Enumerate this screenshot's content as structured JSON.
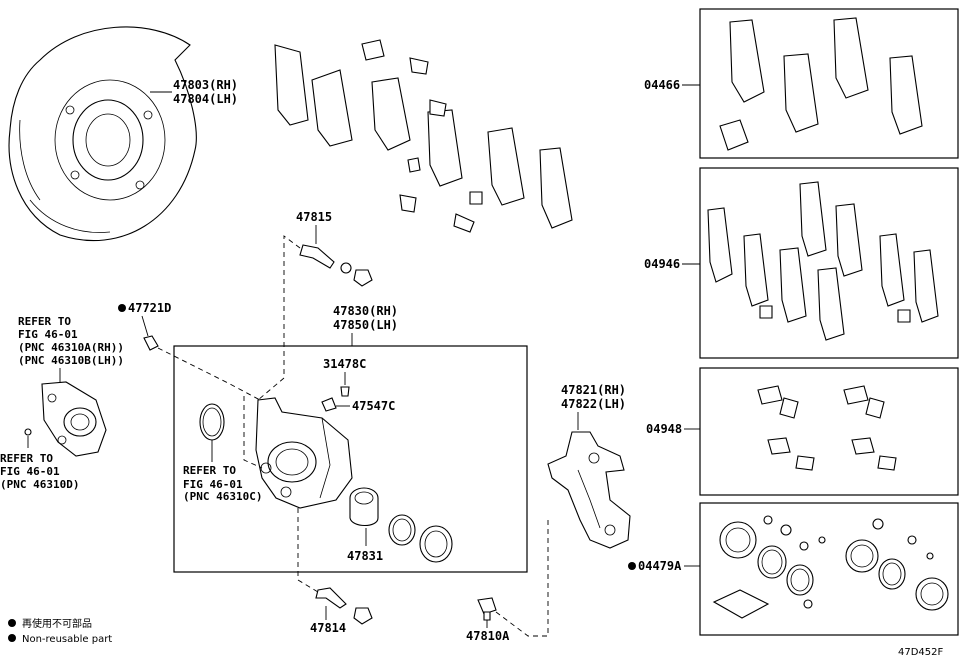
{
  "diagram": {
    "labels": {
      "dust_cover": [
        "47803(RH)",
        "47804(LH)"
      ],
      "bolt_top": "47815",
      "caliper_assy": [
        "47830(RH)",
        "47850(LH)"
      ],
      "bleeder_bolt": "47721D",
      "refer_knuckle": [
        "REFER TO",
        "FIG 46-01",
        "(PNC 46310A(RH))",
        "(PNC 46310B(LH))"
      ],
      "refer_hub": [
        "REFER TO",
        "FIG 46-01",
        "(PNC 46310D)"
      ],
      "cap": "31478C",
      "plug": "47547C",
      "refer_seal": [
        "REFER TO",
        "FIG 46-01",
        "(PNC 46310C)"
      ],
      "piston": "47831",
      "mounting": [
        "47821(RH)",
        "47822(LH)"
      ],
      "bolt_bottom": "47814",
      "bolt_mount": "47810A",
      "kit_pads": "04466",
      "kit_shims": "04946",
      "kit_clips": "04948",
      "kit_seals": "04479A",
      "figure_id": "47D452F"
    },
    "legend": {
      "line1": "再使用不可部品",
      "line2": "Non-reusable part"
    },
    "colors": {
      "ink": "#000000",
      "paper": "#ffffff"
    }
  }
}
